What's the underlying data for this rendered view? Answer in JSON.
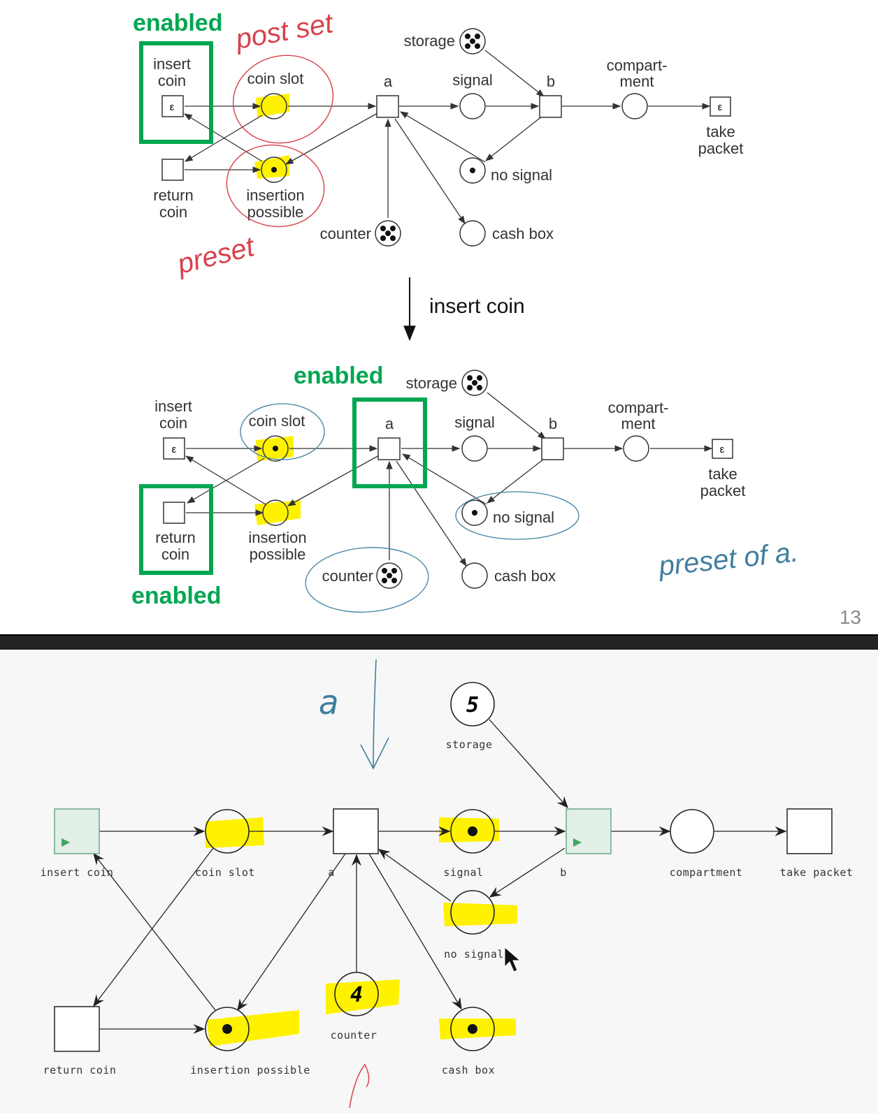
{
  "slide": {
    "page_number": "13",
    "annotations": {
      "enabled": "enabled",
      "post_set": "post set",
      "preset": "preset",
      "preset_of_a": "preset of a.",
      "firing_label": "insert coin"
    },
    "labels": {
      "insert_coin": [
        "insert",
        "coin"
      ],
      "coin_slot": "coin slot",
      "a": "a",
      "signal": "signal",
      "b": "b",
      "compartment": [
        "compart-",
        "ment"
      ],
      "take_packet": [
        "take",
        "packet"
      ],
      "return_coin": [
        "return",
        "coin"
      ],
      "insertion_possible": [
        "insertion",
        "possible"
      ],
      "counter": "counter",
      "no_signal": "no signal",
      "cash_box": "cash box",
      "storage": "storage",
      "epsilon": "ε"
    }
  },
  "tool": {
    "annotation_a": "a",
    "labels": {
      "insert_coin": "insert coin",
      "coin_slot": "coin slot",
      "a": "a",
      "signal": "signal",
      "b": "b",
      "compartment": "compartment",
      "take_packet": "take packet",
      "return_coin": "return coin",
      "insertion_possible": "insertion possible",
      "counter": "counter",
      "no_signal": "no signal",
      "cash_box": "cash box",
      "storage": "storage"
    },
    "token_counts": {
      "storage": "5",
      "counter": "4"
    }
  },
  "colors": {
    "green": "#00a651",
    "highlight": "#fff200",
    "red_ink": "#d9404a",
    "blue_ink": "#3f7fa0"
  }
}
